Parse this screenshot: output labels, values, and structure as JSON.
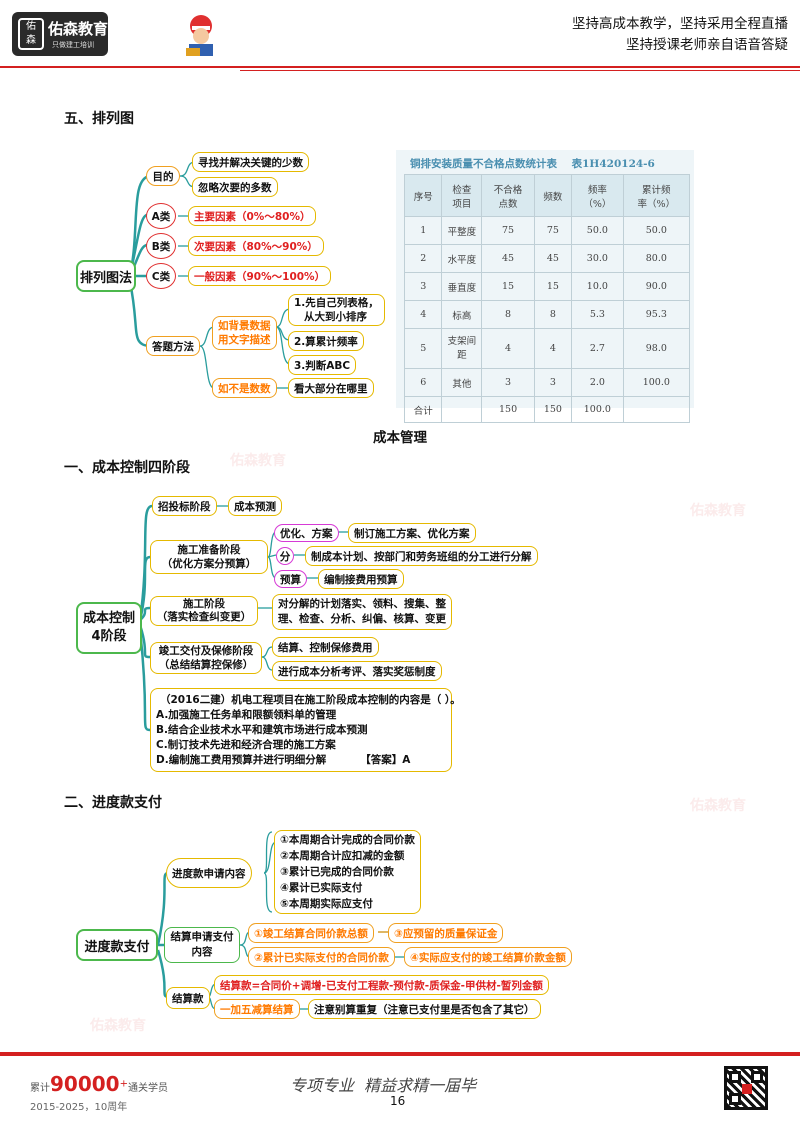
{
  "header": {
    "logo_text": "佑森教育",
    "logo_sub": "只做建工培训",
    "slogan_line1": "坚持高成本教学，坚持采用全程直播",
    "slogan_line2": "坚持授课老师亲自语音答疑"
  },
  "section1": {
    "title": "五、排列图",
    "root": "排列图法",
    "purpose_label": "目的",
    "purpose_items": [
      "寻找并解决关键的少数",
      "忽略次要的多数"
    ],
    "classes": [
      {
        "label": "A类",
        "text": "主要因素（0%～80%）"
      },
      {
        "label": "B类",
        "text": "次要因素（80%～90%）"
      },
      {
        "label": "C类",
        "text": "一般因素（90%～100%）"
      }
    ],
    "method_label": "答题方法",
    "if_data": "如背景数据用文字描述",
    "if_data_line1": "如背景数据",
    "if_data_line2": "用文字描述",
    "steps": [
      "1.先自己列表格，",
      "从大到小排序",
      "2.算累计频率",
      "3.判断ABC"
    ],
    "if_not_data": "如不是数数",
    "not_data_result": "看大部分在哪里"
  },
  "table": {
    "caption": "铜排安装质量不合格点数统计表    表1H420124-6",
    "headers": [
      "序号",
      "检查项目",
      "不合格点数",
      "频数",
      "频率（%）",
      "累计频率（%）"
    ],
    "headers_split": [
      [
        "序号"
      ],
      [
        "检查",
        "项目"
      ],
      [
        "不合格",
        "点数"
      ],
      [
        "频数"
      ],
      [
        "频率",
        "（%）"
      ],
      [
        "累计频",
        "率（%）"
      ]
    ],
    "rows": [
      [
        "1",
        "平整度",
        "75",
        "75",
        "50.0",
        "50.0"
      ],
      [
        "2",
        "水平度",
        "45",
        "45",
        "30.0",
        "80.0"
      ],
      [
        "3",
        "垂直度",
        "15",
        "15",
        "10.0",
        "90.0"
      ],
      [
        "4",
        "标高",
        "8",
        "8",
        "5.3",
        "95.3"
      ],
      [
        "5",
        "支架间距",
        "4",
        "4",
        "2.7",
        "98.0"
      ],
      [
        "6",
        "其他",
        "3",
        "3",
        "2.0",
        "100.0"
      ],
      [
        "合计",
        "",
        "150",
        "150",
        "100.0",
        ""
      ]
    ]
  },
  "section2": {
    "center_title": "成本管理",
    "title": "一、成本控制四阶段",
    "root_line1": "成本控制",
    "root_line2": "4阶段",
    "stage1": "招投标阶段",
    "stage1_item": "成本预测",
    "stage2_line1": "施工准备阶段",
    "stage2_line2": "（优化方案分预算）",
    "stage2_items": [
      {
        "key": "优化、方案",
        "text": "制订施工方案、优化方案"
      },
      {
        "key": "分",
        "text": "制成本计划、按部门和劳务班组的分工进行分解"
      },
      {
        "key": "预算",
        "text": "编制接费用预算"
      }
    ],
    "stage3_line1": "施工阶段",
    "stage3_line2": "（落实检查纠变更）",
    "stage3_item_line1": "对分解的计划落实、领料、搜集、整",
    "stage3_item_line2": "理、检查、分析、纠偏、核算、变更",
    "stage4_line1": "竣工交付及保修阶段",
    "stage4_line2": "（总结结算控保修）",
    "stage4_items": [
      "结算、控制保修费用",
      "进行成本分析考评、落实奖惩制度"
    ],
    "question": [
      "（2016二建）机电工程项目在施工阶段成本控制的内容是（  ）。",
      "A.加强施工任务单和限额领料单的管理",
      "B.结合企业技术水平和建筑市场进行成本预测",
      "C.制订技术先进和经济合理的施工方案",
      "D.编制施工费用预算并进行明细分解"
    ],
    "answer": "【答案】A"
  },
  "section3": {
    "title": "二、进度款支付",
    "root": "进度款支付",
    "apply_label": "进度款申请内容",
    "apply_items": [
      "①本周期合计完成的合同价款",
      "②本周期合计应扣减的金额",
      "③累计已完成的合同价款",
      "④累计已实际支付",
      "⑤本周期实际应支付"
    ],
    "settle_line1": "结算申请支付",
    "settle_line2": "内容",
    "settle_items": [
      "①竣工结算合同价款总额",
      "③应预留的质量保证金",
      "②累计已实际支付的合同价款",
      "④实际应支付的竣工结算价款金额"
    ],
    "settle_money_label": "结算款",
    "formula": "结算款=合同价+调增-已支付工程款-预付款-质保金-甲供材-暂列金额",
    "rule_label": "一加五减算结算",
    "rule_note": "注意别算重复（注意已支付里是否包含了其它）"
  },
  "footer": {
    "stat_prefix": "累计",
    "stat_number": "90000",
    "stat_plus": "+",
    "stat_suffix": "通关学员",
    "years": "2015-2025，10周年",
    "page": "16",
    "signature": "专项专业  精益求精一届毕"
  },
  "colors": {
    "header_line": "#d42020",
    "mind_teal": "#2a9d9d",
    "mind_orange": "#f0a020",
    "red_text": "#e02020",
    "orange_text": "#ff7a00"
  }
}
